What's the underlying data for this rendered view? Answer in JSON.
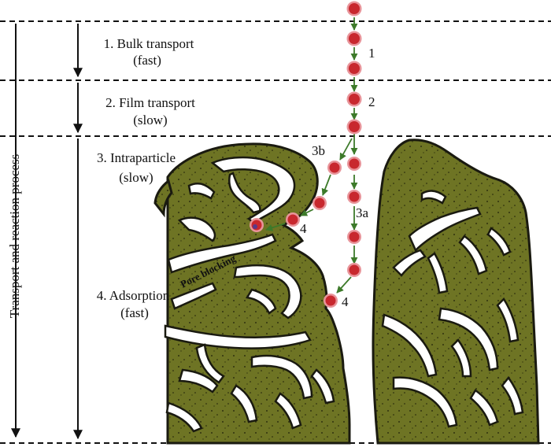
{
  "axis_label": "Transport and reaction process",
  "stages": [
    {
      "name": "1. Bulk transport",
      "speed": "(fast)"
    },
    {
      "name": "2. Film transport",
      "speed": "(slow)"
    },
    {
      "name": "3. Intraparticle",
      "speed": "(slow)"
    },
    {
      "name": "4. Adsorption",
      "speed": "(fast)"
    }
  ],
  "markers": {
    "m1": "1",
    "m2": "2",
    "m3a": "3a",
    "m3b": "3b",
    "m4_left": "4",
    "m4_right": "4"
  },
  "pore_blocking": "Pore blocking",
  "colors": {
    "particle_fill": "#6e7424",
    "particle_stroke": "#1a1a10",
    "molecule_fill": "#c8282e",
    "molecule_ring": "#e8949a",
    "arrow": "#3d7a2a",
    "lines": "#111111"
  }
}
